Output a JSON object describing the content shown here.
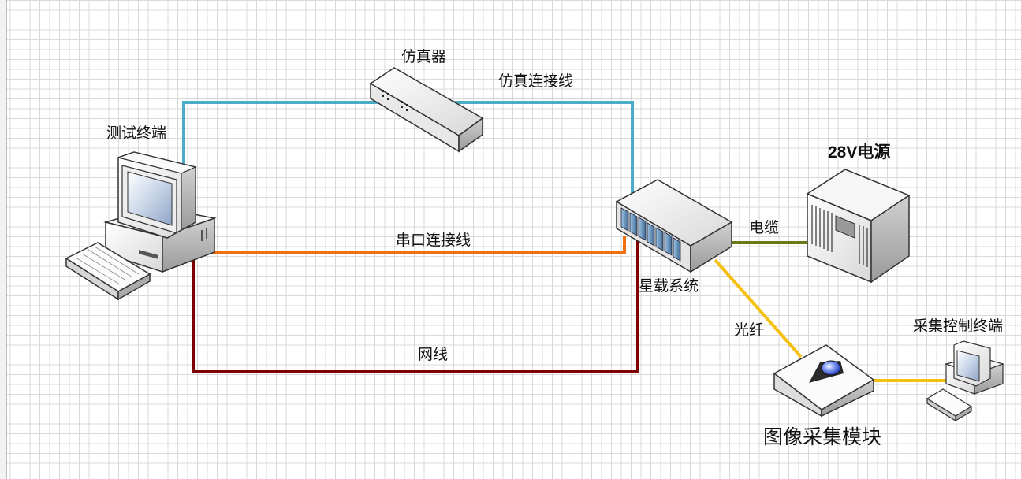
{
  "nodes": {
    "simulator": "仿真器",
    "test_terminal": "测试终端",
    "satellite_system": "星载系统",
    "power_supply": "28V电源",
    "image_module": "图像采集模块",
    "acq_terminal": "采集控制终端"
  },
  "links": {
    "sim_link": "仿真连接线",
    "serial_link": "串口连接线",
    "network_link": "网线",
    "cable": "电缆",
    "fiber": "光纤"
  },
  "colors": {
    "sim_link": "#4bacc6",
    "serial_link": "#f07010",
    "network_link": "#7f0000",
    "cable": "#6b7a18",
    "fiber": "#f5c010"
  }
}
